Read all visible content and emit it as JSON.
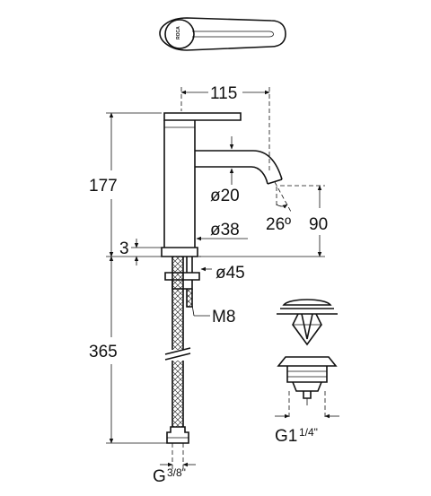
{
  "brand_mark": "ROCA",
  "dimensions": {
    "spout_reach": "115",
    "total_height": "177",
    "outlet_diameter": "ø20",
    "spout_angle": "26º",
    "outlet_height": "90",
    "body_diameter": "ø38",
    "base_thickness": "3",
    "base_diameter": "ø45",
    "stud_thread": "M8",
    "hose_length": "365",
    "waste_thread_main": "G1",
    "waste_thread_fraction": "1/4\"",
    "hose_thread_main": "G",
    "hose_thread_fraction": "3/8\""
  }
}
